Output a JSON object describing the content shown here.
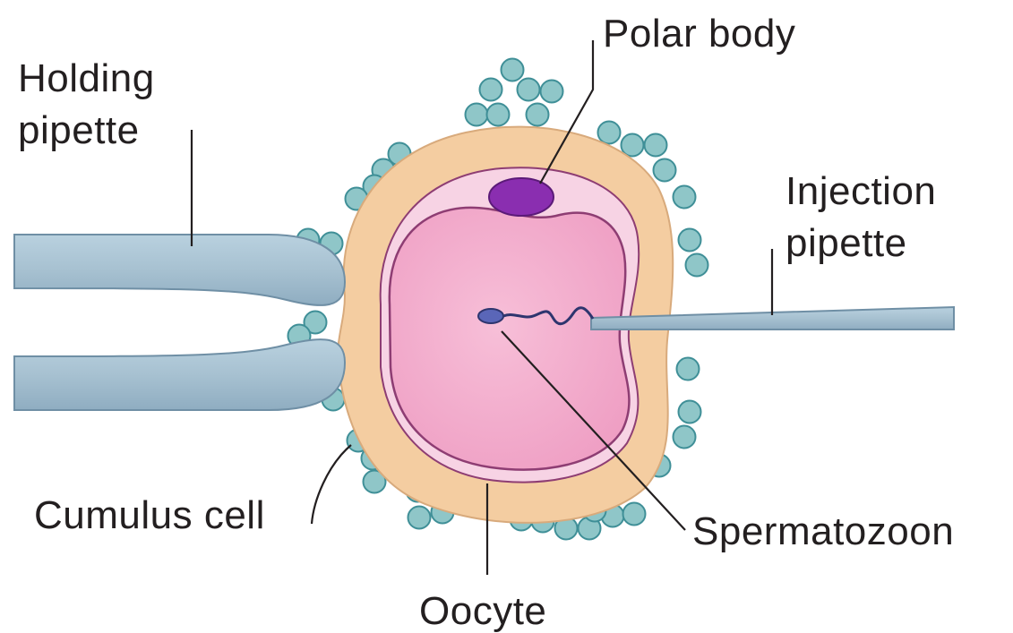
{
  "labels": {
    "holding_pipette": [
      "Holding",
      "pipette"
    ],
    "polar_body": "Polar body",
    "injection_pipette": [
      "Injection",
      "pipette"
    ],
    "cumulus_cell": "Cumulus cell",
    "spermatozoon": "Spermatozoon",
    "oocyte": "Oocyte"
  },
  "colors": {
    "zona": "#f4cda1",
    "zona_edge": "#d8aa7c",
    "perivitelline": "#f7d3e4",
    "cytoplasm": "#f3a9cb",
    "membrane": "#8e3d73",
    "polar_body": "#8a2eb0",
    "pipette": "#a9c3d3",
    "pipette_edge": "#6f8fa5",
    "cumulus": "#8fc6c8",
    "cumulus_edge": "#3f8f97",
    "text": "#231f20"
  }
}
